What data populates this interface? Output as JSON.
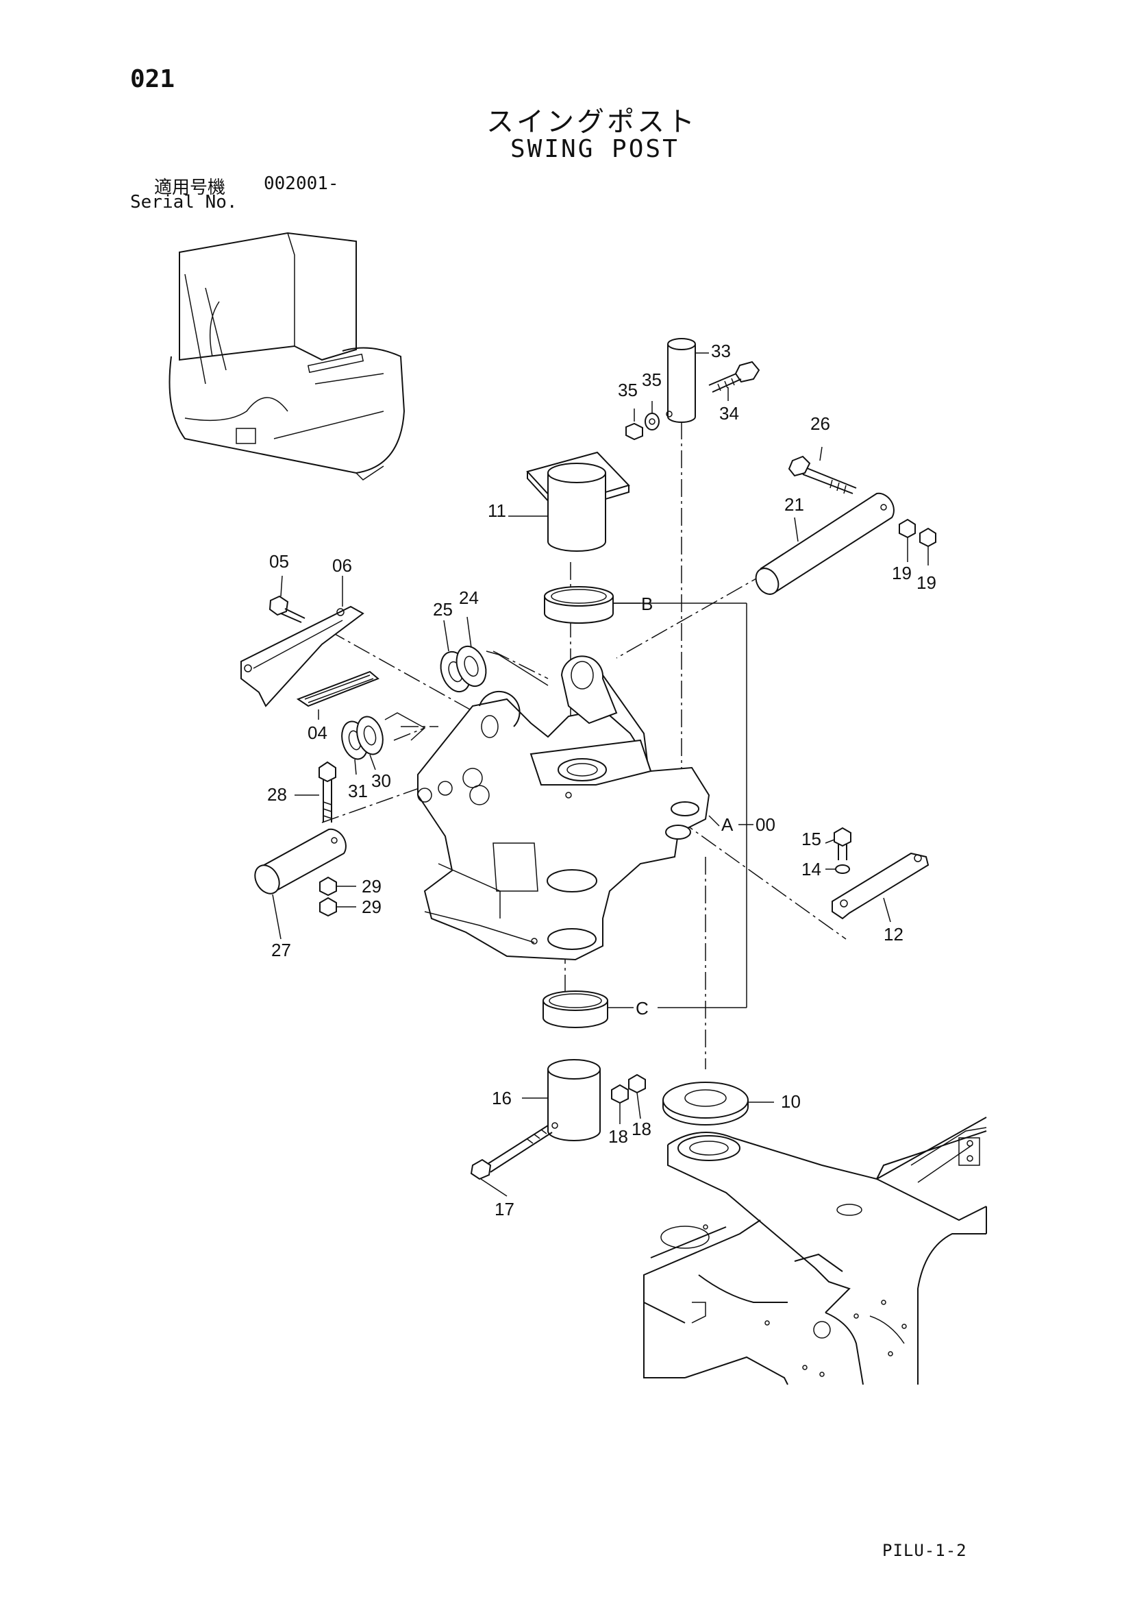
{
  "header": {
    "page_number": "021",
    "title_ja": "スイングポスト",
    "title_en": "SWING POST",
    "serial_label_ja": "適用号機",
    "serial_value": "002001-",
    "serial_label_en": "Serial No."
  },
  "footer": {
    "doc_code": "PILU-1-2"
  },
  "callouts": {
    "p00": "00",
    "p04": "04",
    "p05": "05",
    "p06": "06",
    "p10": "10",
    "p11": "11",
    "p12": "12",
    "p14": "14",
    "p15": "15",
    "p16": "16",
    "p17": "17",
    "p18a": "18",
    "p18b": "18",
    "p19a": "19",
    "p19b": "19",
    "p21": "21",
    "p24": "24",
    "p25": "25",
    "p26": "26",
    "p27": "27",
    "p28": "28",
    "p29a": "29",
    "p29b": "29",
    "p30": "30",
    "p31": "31",
    "p33": "33",
    "p34": "34",
    "p35a": "35",
    "p35b": "35",
    "refA": "A",
    "refB": "B",
    "refC": "C"
  }
}
